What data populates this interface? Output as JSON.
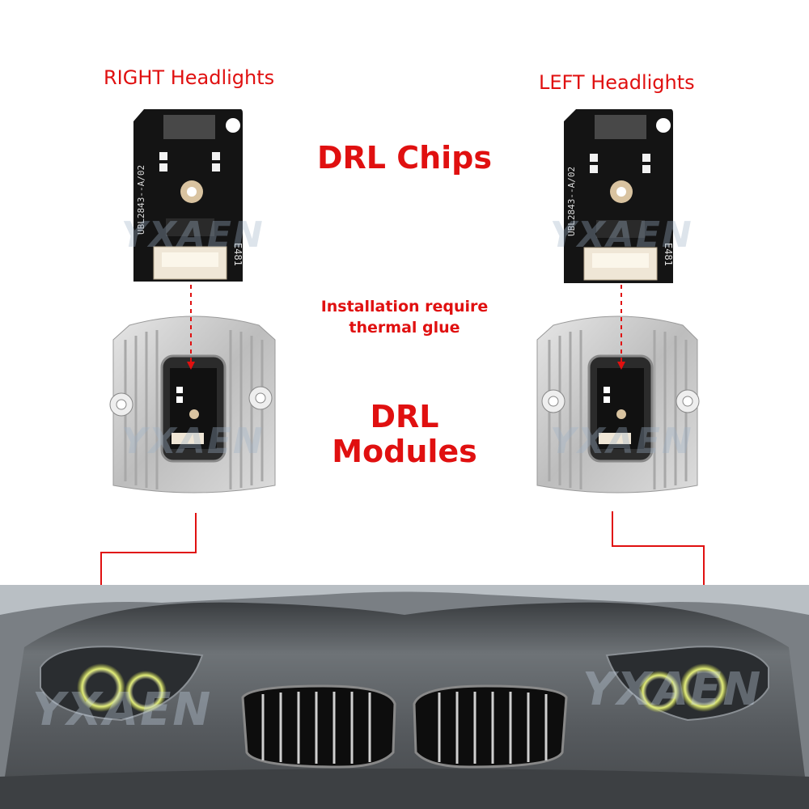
{
  "labels": {
    "right_headlights": "RIGHT Headlights",
    "left_headlights": "LEFT Headlights",
    "drl_chips": "DRL Chips",
    "installation_line1": "Installation require",
    "installation_line2": "thermal glue",
    "drl_line1": "DRL",
    "drl_line2": "Modules"
  },
  "chip_text": {
    "part_code": "UBL2843--A/02",
    "mark": "E481"
  },
  "watermark": "YXAEN",
  "colors": {
    "accent_red": "#e01010",
    "pcb_black": "#141414",
    "heatsink_silver": "#c9c9c9",
    "car_gray": "#5d6266",
    "halo_yellow": "#d8e46a"
  }
}
